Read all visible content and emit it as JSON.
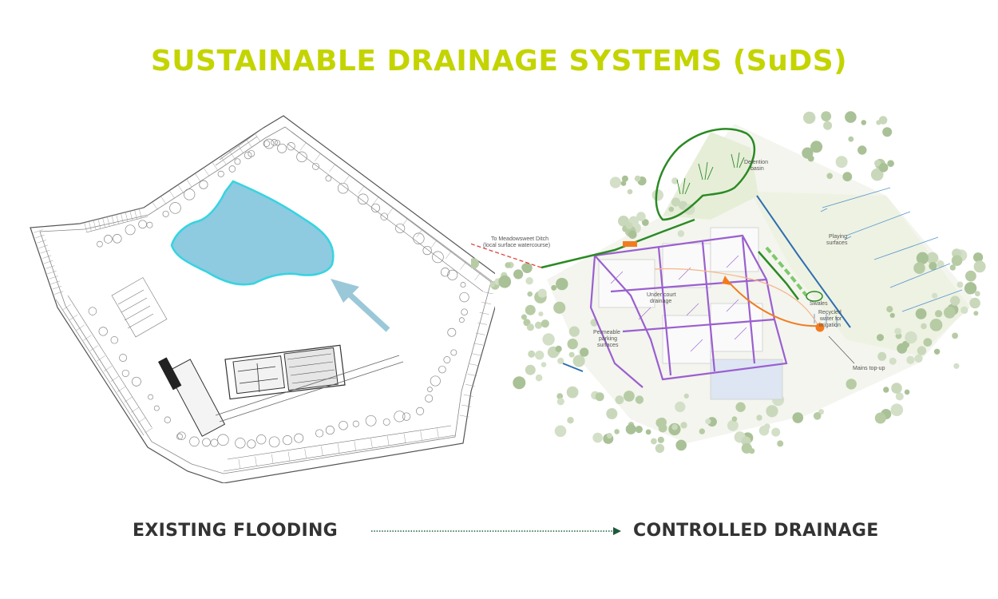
{
  "title": "SUSTAINABLE DRAINAGE SYSTEMS (SuDS)",
  "colors": {
    "title": "#c3d400",
    "flood_water": "#8ecae0",
    "flow_arrow": "#9ac8d8",
    "green_drain": "#2b8a24",
    "purple_drain": "#9b5fd0",
    "blue_drain": "#2d6fb0",
    "orange_recycle": "#f27b1f",
    "red_outfall": "#e0433a",
    "connector": "#1d5a3b"
  },
  "left_panel": {
    "caption": "EXISTING FLOODING"
  },
  "right_panel": {
    "caption": "CONTROLLED DRAINAGE",
    "labels": {
      "outfall_line1": "To Meadowsweet Ditch",
      "outfall_line2": "(local surface watercourse)",
      "detention_line1": "Detention",
      "detention_line2": "basin",
      "playing_line1": "Playing",
      "playing_line2": "surfaces",
      "undercourt_line1": "Under court",
      "undercourt_line2": "drainage",
      "permeable_line1": "Permeable",
      "permeable_line2": "parking",
      "permeable_line3": "surfaces",
      "swales": "Swales",
      "recycled_line1": "Recycled",
      "recycled_line2": "water for",
      "recycled_line3": "irrigation",
      "mains": "Mains top-up"
    }
  }
}
